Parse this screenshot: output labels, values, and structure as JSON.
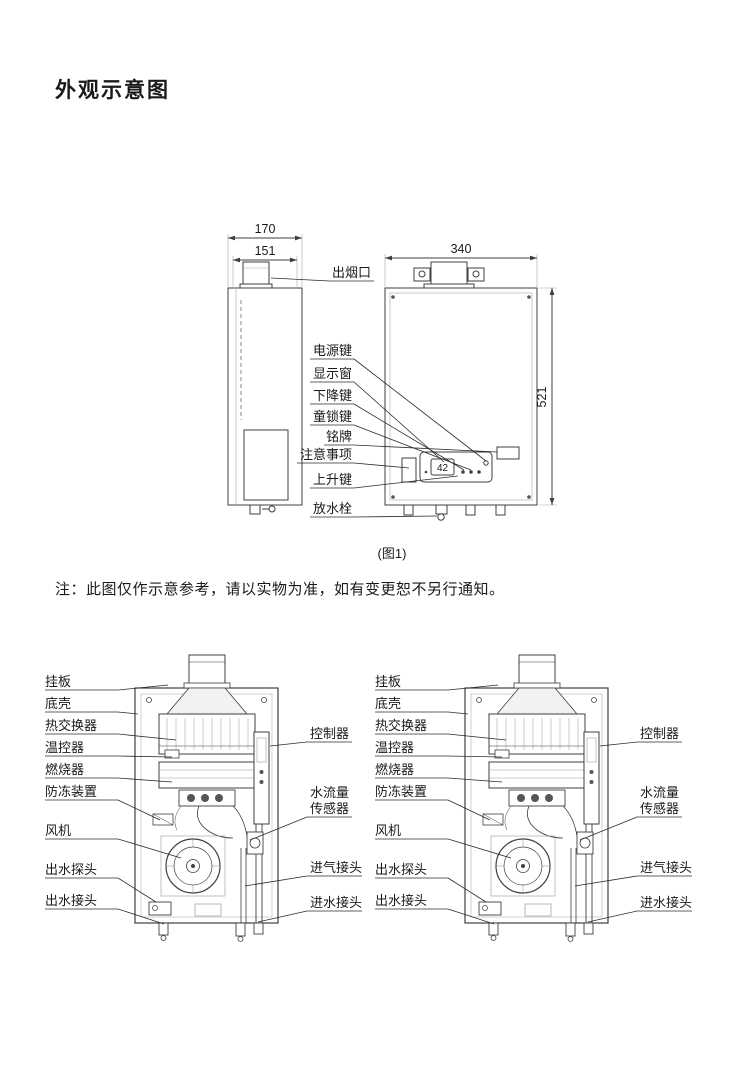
{
  "page": {
    "title": "外观示意图",
    "figure1_caption": "(图1)",
    "note": "注：此图仅作示意参考，请以实物为准，如有变更恕不另行通知。"
  },
  "exterior": {
    "dims": {
      "depth_outer": "170",
      "depth_inner": "151",
      "width": "340",
      "height": "521"
    },
    "labels": {
      "smoke_outlet": "出烟口",
      "power_key": "电源键",
      "display_window": "显示窗",
      "down_key": "下降键",
      "child_lock_key": "童锁键",
      "nameplate": "铭牌",
      "notice": "注意事项",
      "up_key": "上升键",
      "drain_plug": "放水栓"
    },
    "display_value": "42"
  },
  "internal": {
    "labels_left": {
      "hanging_plate": "挂板",
      "bottom_shell": "底壳",
      "heat_exchanger": "热交换器",
      "thermostat": "温控器",
      "burner": "燃烧器",
      "antifreeze_device": "防冻装置",
      "fan": "风机",
      "outlet_probe": "出水探头",
      "outlet_joint": "出水接头"
    },
    "labels_right": {
      "controller": "控制器",
      "flow_sensor_line1": "水流量",
      "flow_sensor_line2": "传感器",
      "gas_inlet_joint": "进气接头",
      "water_inlet_joint": "进水接头"
    }
  }
}
